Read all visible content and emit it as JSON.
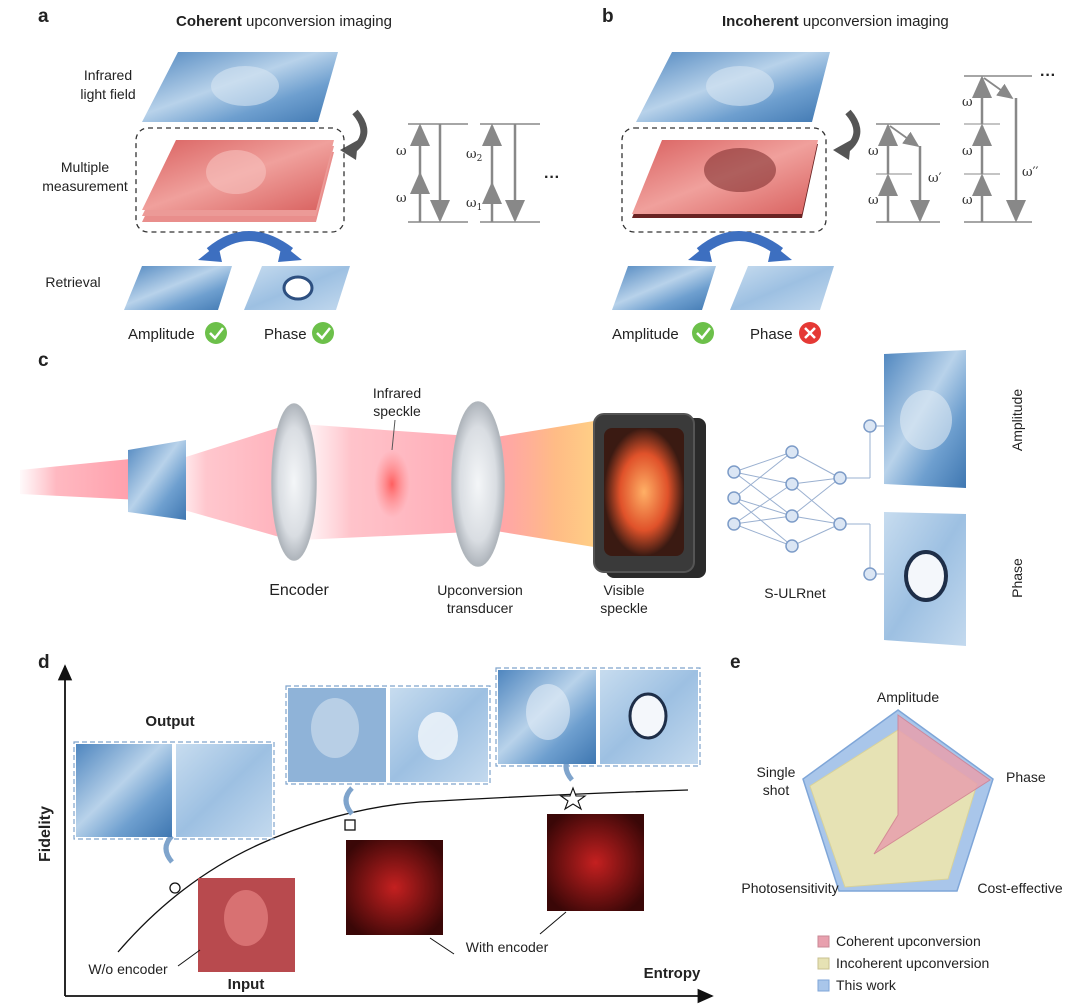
{
  "colors": {
    "blue_image": "#5b8fc2",
    "pink_image": "#e0706f",
    "dark_red": "#8a1d1d",
    "check_green": "#6cc04a",
    "cross_red": "#e53935",
    "arrow_blue": "#3d6fc0",
    "coherent_fill": "#e8a0ae",
    "incoherent_fill": "#e6e2b4",
    "thiswork_fill": "#a9c6ea"
  },
  "panel_a": {
    "letter": "a",
    "title_bold": "Coherent",
    "title_rest": " upconversion imaging",
    "label_infrared_1": "Infrared",
    "label_infrared_2": "light field",
    "label_multiple_1": "Multiple",
    "label_multiple_2": "measurement",
    "label_retrieval": "Retrieval",
    "amplitude": "Amplitude",
    "phase": "Phase",
    "sym_omega": "ω",
    "sym_omega2": "ω",
    "sub_2": "2",
    "sym_omega1": "ω",
    "sub_1": "1",
    "ellipsis": "···"
  },
  "panel_b": {
    "letter": "b",
    "title_bold": "Incoherent",
    "title_rest": " upconversion imaging",
    "amplitude": "Amplitude",
    "phase": "Phase",
    "sym_omega": "ω",
    "sym_omega_prime": "ω′",
    "sym_omega_dprime": "ω′′",
    "ellipsis": "···"
  },
  "panel_c": {
    "letter": "c",
    "infrared_1": "Infrared",
    "infrared_2": "speckle",
    "encoder": "Encoder",
    "upconv_1": "Upconversion",
    "upconv_2": "transducer",
    "visible_1": "Visible",
    "visible_2": "speckle",
    "net": "S-ULRnet",
    "amplitude": "Amplitude",
    "phase": "Phase"
  },
  "panel_d": {
    "letter": "d",
    "output": "Output",
    "fidelity": "Fidelity",
    "entropy": "Entropy",
    "input": "Input",
    "without_encoder": "W/o encoder",
    "with_encoder": "With encoder"
  },
  "panel_e": {
    "letter": "e",
    "axes": [
      "Amplitude",
      "Phase",
      "Cost-effective",
      "Photosensitivity",
      "Single"
    ],
    "axis_single_2": "shot",
    "legend": [
      "Coherent upconversion",
      "Incoherent upconversion",
      "This work"
    ]
  }
}
